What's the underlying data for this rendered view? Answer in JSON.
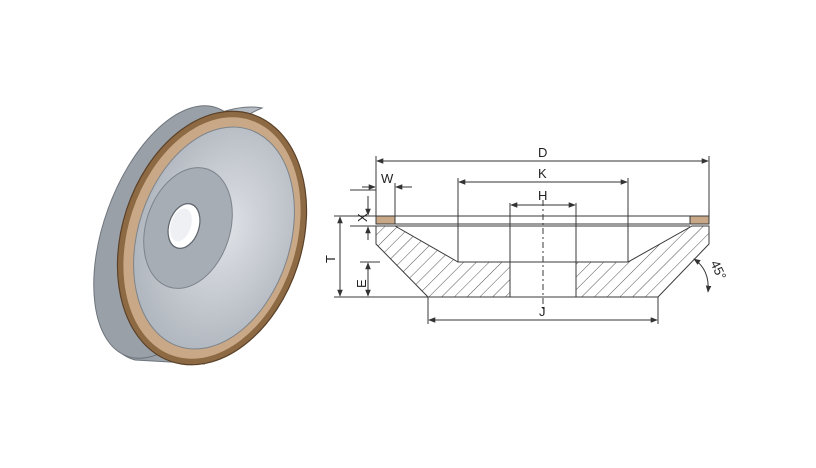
{
  "colors": {
    "background": "#ffffff",
    "outline": "#3a3a3a",
    "dimension": "#333333",
    "hatch": "#555555",
    "abrasive": "#c8a886",
    "wheel_body": "#a9afb8",
    "wheel_face": "#c5cad1",
    "wheel_hub": "#b2b7bf",
    "bronze_rim": "#8d6a44"
  },
  "labels": {
    "D": "D",
    "K": "K",
    "H": "H",
    "W": "W",
    "X": "X",
    "T": "T",
    "E": "E",
    "J": "J",
    "angle": "45°"
  }
}
